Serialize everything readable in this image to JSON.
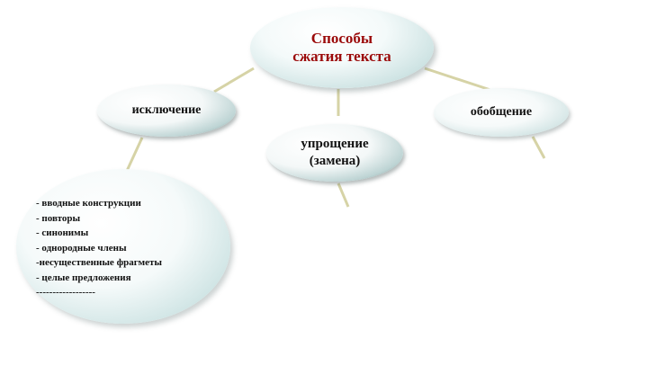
{
  "colors": {
    "connector": "#d6d3a6",
    "root_text": "#9b0a0a",
    "node_text": "#111111",
    "node_light": "#ffffff",
    "node_teal": "#a9cccc",
    "node_dark": "#3f5c5c"
  },
  "root": {
    "line1": "Способы",
    "line2": "сжатия текста"
  },
  "exclusion": {
    "label": "исключение",
    "items": [
      "- вводные конструкции",
      "- повторы",
      "- синонимы",
      "- однородные  члены",
      "-несущественные фрагметы",
      "- целые предложения",
      "------------------"
    ]
  },
  "simplification": {
    "line1": "упрощение",
    "line2": "(замена)"
  },
  "generalization": {
    "label": "обобщение"
  }
}
